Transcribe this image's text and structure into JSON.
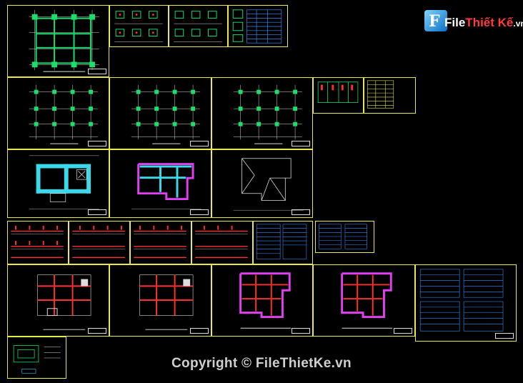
{
  "watermark": {
    "logo_letter": "F",
    "brand_part1": "File",
    "brand_part2": "Thiết Kế",
    "brand_suffix": ".vn"
  },
  "copyright": "Copyright © FileThietKe.vn",
  "colors": {
    "frame": "#e8e84a",
    "grid": "#ffffff",
    "column": "#18e06a",
    "beam": "#ff3030",
    "slab": "#3ad8e8",
    "wall": "#e040f0",
    "table": "#3a8cff"
  },
  "sheet_types": [
    "foundation-plan",
    "column-detail",
    "grid-plan",
    "slab-plan",
    "roof-plan",
    "beam-elevation",
    "rebar-table",
    "beam-plan"
  ]
}
